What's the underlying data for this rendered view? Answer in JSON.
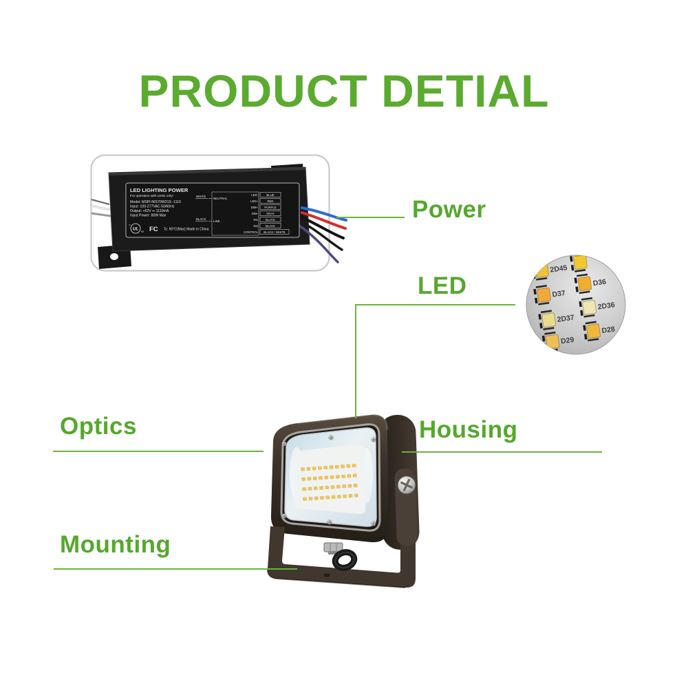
{
  "title": "PRODUCT DETIAL",
  "colors": {
    "accent_text": "#55a82d",
    "callout_line": "#6cb33f",
    "card_border": "#c9c9c9",
    "housing_brown": "#3c332b",
    "wire_blue": "#2b6bd4",
    "wire_red": "#d03028",
    "wire_purple": "#53487f"
  },
  "callouts": {
    "power": "Power",
    "led": "LED",
    "optics": "Optics",
    "housing": "Housing",
    "mounting": "Mounting"
  },
  "driver_label": {
    "heading": "LED LIGHTING POWER",
    "for_note": "For operation with LEDs only!",
    "model": "Model: MSPI-NIS70W21S -1110",
    "input": "Input: 100-277VAC 50/60Hz",
    "output": "Output: +62V ⎓ 1110mA",
    "input_power": "Input Power: 80W Max",
    "ul_mark": "UL",
    "ul_prefix": "c",
    "ul_suffix": "us",
    "fcc_mark": "FC",
    "tc_note": "Tc: 90°C(Max)  Made in China",
    "wiring_left": [
      {
        "wire": "WHITE",
        "terminal": "NEUTRAL"
      },
      {
        "wire": "BLACK",
        "terminal": "LINE"
      }
    ],
    "wiring_right": [
      {
        "terminal": "LED-",
        "wire": "BLUE"
      },
      {
        "terminal": "LED+",
        "wire": "RED"
      },
      {
        "terminal": "DIM+",
        "wire": "PURPLE"
      },
      {
        "terminal": "DIM-",
        "wire": "GRAY"
      },
      {
        "terminal": "IN1",
        "wire": "BLACK"
      },
      {
        "terminal": "IN2",
        "wire": "BLACK"
      },
      {
        "terminal": "CONTROL",
        "wire": "BLACK / WHITE"
      }
    ]
  },
  "led_board": {
    "chips": [
      {
        "label": "2D45",
        "color": "#edc23c"
      },
      {
        "label": "",
        "color": "#f2c832"
      },
      {
        "label": "D37",
        "color": "#f0a93a"
      },
      {
        "label": "D36",
        "color": "#f0ad2e"
      },
      {
        "label": "2D37",
        "color": "#e9dc8e"
      },
      {
        "label": "2D36",
        "color": "#efe6b4"
      },
      {
        "label": "D29",
        "color": "#eebf55"
      },
      {
        "label": "D28",
        "color": "#f0b83a"
      }
    ]
  },
  "floodlight": {
    "led_rows": 4,
    "led_cols": 10,
    "led_color": "#f0c65a"
  }
}
